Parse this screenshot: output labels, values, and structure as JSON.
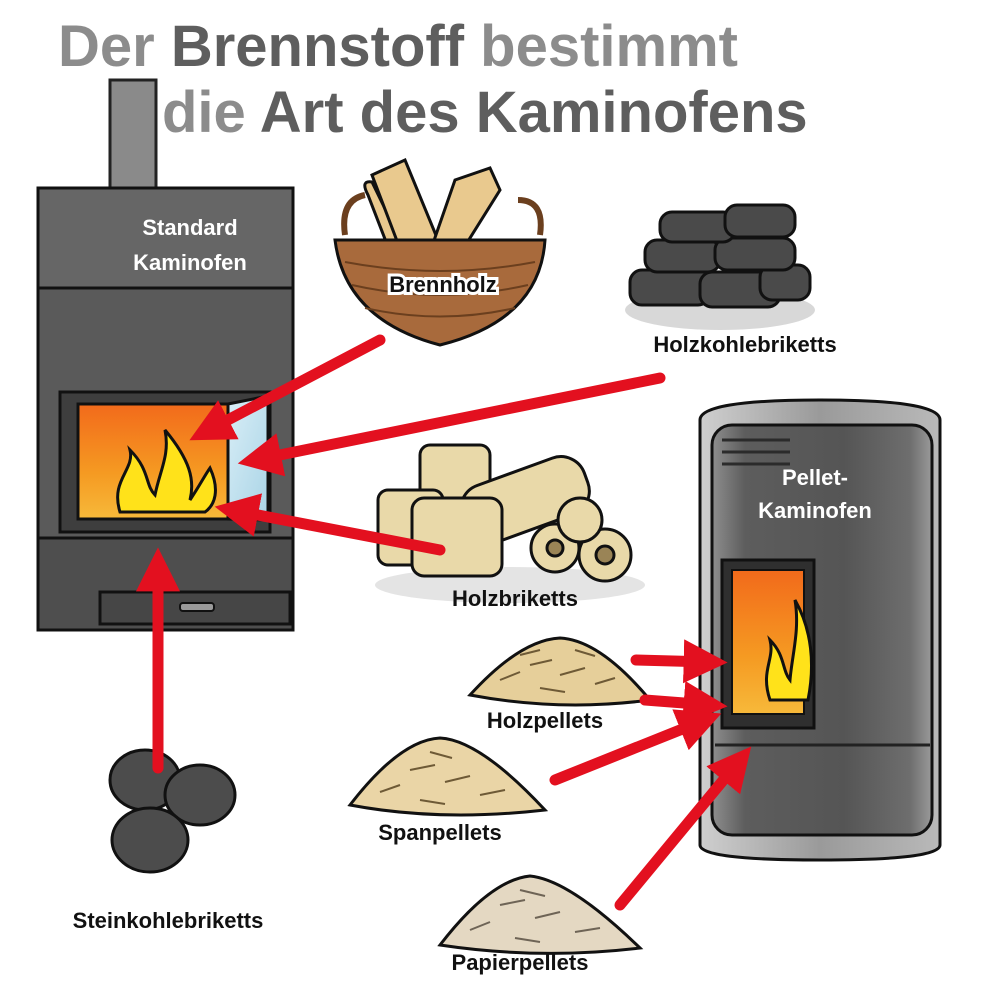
{
  "title": {
    "line1_light": "Der ",
    "line1_dark": "Brennstoff",
    "line1_light2": " bestimmt",
    "line2_light": "die ",
    "line2_dark": "Art des Kaminofens"
  },
  "stoves": {
    "standard_line1": "Standard",
    "standard_line2": "Kaminofen",
    "pellet_line1": "Pellet-",
    "pellet_line2": "Kaminofen"
  },
  "fuels": {
    "brennholz": "Brennholz",
    "holzkohle": "Holzkohlebriketts",
    "holzbriketts": "Holzbriketts",
    "steinkohle": "Steinkohlebriketts",
    "holzpellets": "Holzpellets",
    "spanpellets": "Spanpellets",
    "papierpellets": "Papierpellets"
  },
  "colors": {
    "arrow": "#e3101f",
    "stove": "#5a5a5a",
    "fire": "#f07a1e",
    "flame": "#ffe21a",
    "wood": "#e9c98e",
    "basket": "#a86a3c",
    "charcoal": "#4a4a4a"
  }
}
